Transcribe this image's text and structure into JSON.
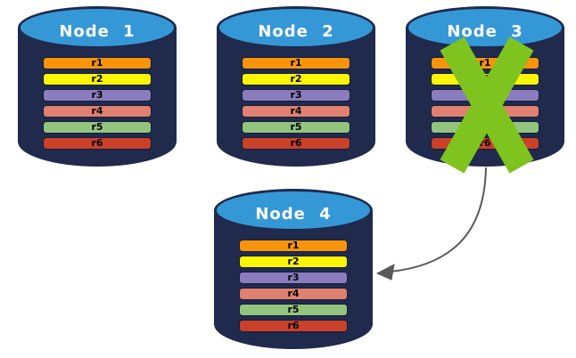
{
  "colors": {
    "cylinder_body": "#1F2A4D",
    "cylinder_top": "#3598D6",
    "node_label_text": "#FFFFFF",
    "record_text": "#000000",
    "failure_x": "#7FC41E",
    "arrow": "#595959"
  },
  "nodes": [
    {
      "label": "Node 1",
      "failed": false,
      "records": [
        {
          "label": "r1",
          "color": "#F7940A"
        },
        {
          "label": "r2",
          "color": "#FCF505"
        },
        {
          "label": "r3",
          "color": "#8A7CBE"
        },
        {
          "label": "r4",
          "color": "#E08070"
        },
        {
          "label": "r5",
          "color": "#93C47D"
        },
        {
          "label": "r6",
          "color": "#CB4028"
        }
      ]
    },
    {
      "label": "Node 2",
      "failed": false,
      "records": [
        {
          "label": "r1",
          "color": "#F7940A"
        },
        {
          "label": "r2",
          "color": "#FCF505"
        },
        {
          "label": "r3",
          "color": "#8A7CBE"
        },
        {
          "label": "r4",
          "color": "#E08070"
        },
        {
          "label": "r5",
          "color": "#93C47D"
        },
        {
          "label": "r6",
          "color": "#CB4028"
        }
      ]
    },
    {
      "label": "Node 3",
      "failed": true,
      "records": [
        {
          "label": "r1",
          "color": "#F7940A"
        },
        {
          "label": "r2",
          "color": "#FCF505"
        },
        {
          "label": "r3",
          "color": "#8A7CBE"
        },
        {
          "label": "r4",
          "color": "#E08070"
        },
        {
          "label": "r5",
          "color": "#93C47D"
        },
        {
          "label": "r6",
          "color": "#CB4028"
        }
      ]
    },
    {
      "label": "Node 4",
      "failed": false,
      "records": [
        {
          "label": "r1",
          "color": "#F7940A"
        },
        {
          "label": "r2",
          "color": "#FCF505"
        },
        {
          "label": "r3",
          "color": "#8A7CBE"
        },
        {
          "label": "r4",
          "color": "#E08070"
        },
        {
          "label": "r5",
          "color": "#93C47D"
        },
        {
          "label": "r6",
          "color": "#CB4028"
        }
      ]
    }
  ],
  "arrow": {
    "from_node": "Node 3",
    "to_node": "Node 4"
  }
}
